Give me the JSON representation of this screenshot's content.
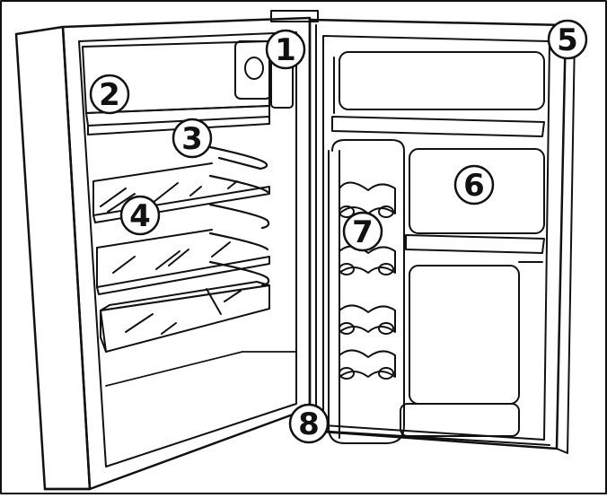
{
  "diagram": {
    "callouts": [
      {
        "id": "1",
        "label": "1"
      },
      {
        "id": "2",
        "label": "2"
      },
      {
        "id": "3",
        "label": "3"
      },
      {
        "id": "4",
        "label": "4"
      },
      {
        "id": "5",
        "label": "5"
      },
      {
        "id": "6",
        "label": "6"
      },
      {
        "id": "7",
        "label": "7"
      },
      {
        "id": "8",
        "label": "8"
      }
    ],
    "colors": {
      "line": "#111111",
      "fill": "#ffffff"
    }
  }
}
